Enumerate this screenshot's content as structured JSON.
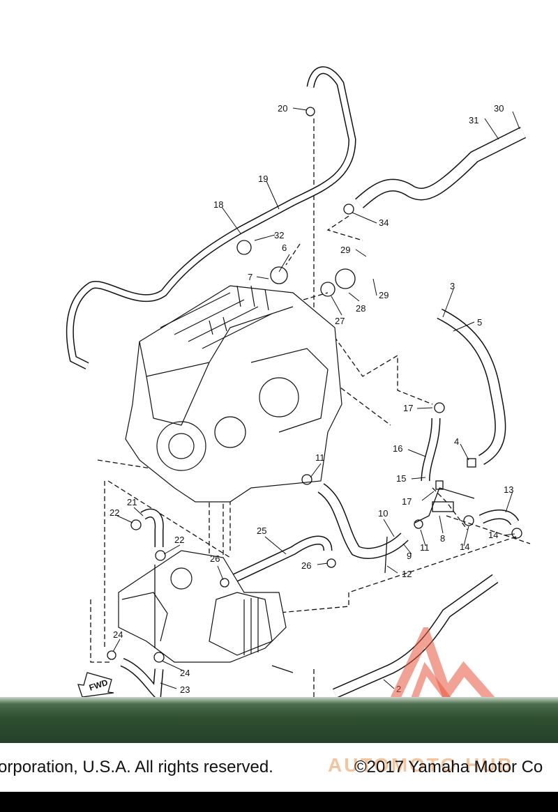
{
  "callouts": [
    "20",
    "31",
    "30",
    "19",
    "18",
    "34",
    "32",
    "6",
    "29",
    "7",
    "28",
    "29",
    "27",
    "3",
    "5",
    "17",
    "16",
    "4",
    "15",
    "11",
    "17",
    "13",
    "21",
    "22",
    "10",
    "25",
    "22",
    "8",
    "14",
    "14",
    "11",
    "9",
    "26",
    "26",
    "12",
    "24",
    "24",
    "23",
    "2"
  ],
  "fwd_label": "FWD",
  "footer": {
    "copyright_left": "orporation, U.S.A. All rights reserved.",
    "copyright_right": "©2017 Yamaha Motor Co",
    "watermark": "AUTOMOTO HUB"
  },
  "colors": {
    "band": "#2f4f31",
    "logo": "#e8553d",
    "line": "#111111"
  }
}
